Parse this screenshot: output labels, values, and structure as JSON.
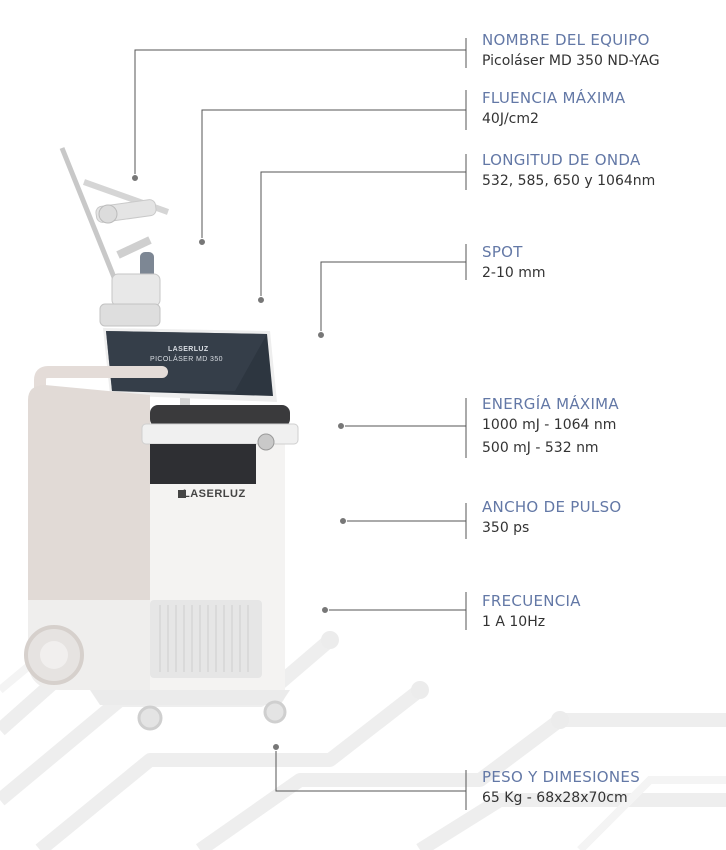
{
  "colors": {
    "title": "#6378a6",
    "value": "#333333",
    "line": "#555555",
    "device_body": "#f2f1f0",
    "device_panel": "#e1dad6",
    "screen": "#2d3640"
  },
  "device": {
    "body_logo": "LASERLUZ",
    "screen_logo": "LASERLUZ",
    "screen_model": "PICOLÁSER MD 350"
  },
  "specs": [
    {
      "title": "NOMBRE DEL EQUIPO",
      "values": [
        "Picoláser MD 350 ND-YAG"
      ]
    },
    {
      "title": "FLUENCIA MÁXIMA",
      "values": [
        "40J/cm2"
      ]
    },
    {
      "title": "LONGITUD DE ONDA",
      "values": [
        "532, 585, 650 y 1064nm"
      ]
    },
    {
      "title": "SPOT",
      "values": [
        "2-10 mm"
      ]
    },
    {
      "title": "ENERGÍA MÁXIMA",
      "values": [
        "1000 mJ - 1064 nm",
        "500 mJ - 532 nm"
      ]
    },
    {
      "title": "ANCHO DE PULSO",
      "values": [
        "350 ps"
      ]
    },
    {
      "title": "FRECUENCIA",
      "values": [
        "1 A 10Hz"
      ]
    },
    {
      "title": "PESO Y DIMESIONES",
      "values": [
        "65 Kg - 68x28x70cm"
      ]
    }
  ]
}
